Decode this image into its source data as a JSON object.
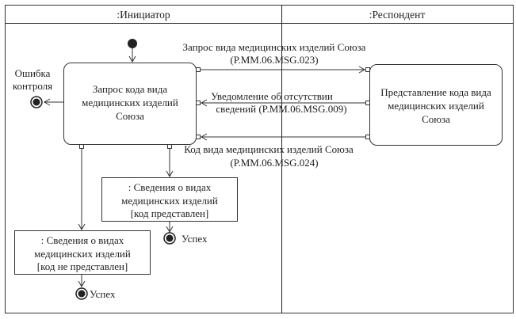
{
  "diagram": {
    "type": "UML activity diagram",
    "lanes": [
      {
        "id": "initiator",
        "title": ":Инициатор"
      },
      {
        "id": "respondent",
        "title": ":Респондент"
      }
    ],
    "initial_node": {
      "lane": "initiator"
    },
    "actions": {
      "request": {
        "lane": "initiator",
        "lines": [
          "Запрос кода вида",
          "медицинских изделий",
          "Союза"
        ]
      },
      "provide": {
        "lane": "respondent",
        "lines": [
          "Представление кода вида",
          "медицинских изделий",
          "Союза"
        ]
      }
    },
    "objects": {
      "presented": {
        "lines": [
          ": Сведения о видах",
          "медицинских изделий",
          "[код представлен]"
        ]
      },
      "not_presented": {
        "lines": [
          ": Сведения о видах",
          "медицинских изделий",
          "[код не представлен]"
        ]
      }
    },
    "final_nodes": {
      "error": {
        "lines": [
          "Ошибка",
          "контроля"
        ]
      },
      "success_presented": {
        "label": "Успех"
      },
      "success_not_presented": {
        "label": "Успех"
      }
    },
    "messages": [
      {
        "id": "msg023",
        "direction": "initiator-to-respondent",
        "lines": [
          "Запрос вида медицинских изделий Союза",
          "(P.MM.06.MSG.023)"
        ]
      },
      {
        "id": "msg009",
        "direction": "respondent-to-initiator",
        "lines": [
          "Уведомление об отсутствии",
          "сведений (P.MM.06.MSG.009)"
        ]
      },
      {
        "id": "msg024",
        "direction": "respondent-to-initiator",
        "lines": [
          "Код вида медицинских изделий Союза",
          "(P.MM.06.MSG.024)"
        ]
      }
    ]
  }
}
